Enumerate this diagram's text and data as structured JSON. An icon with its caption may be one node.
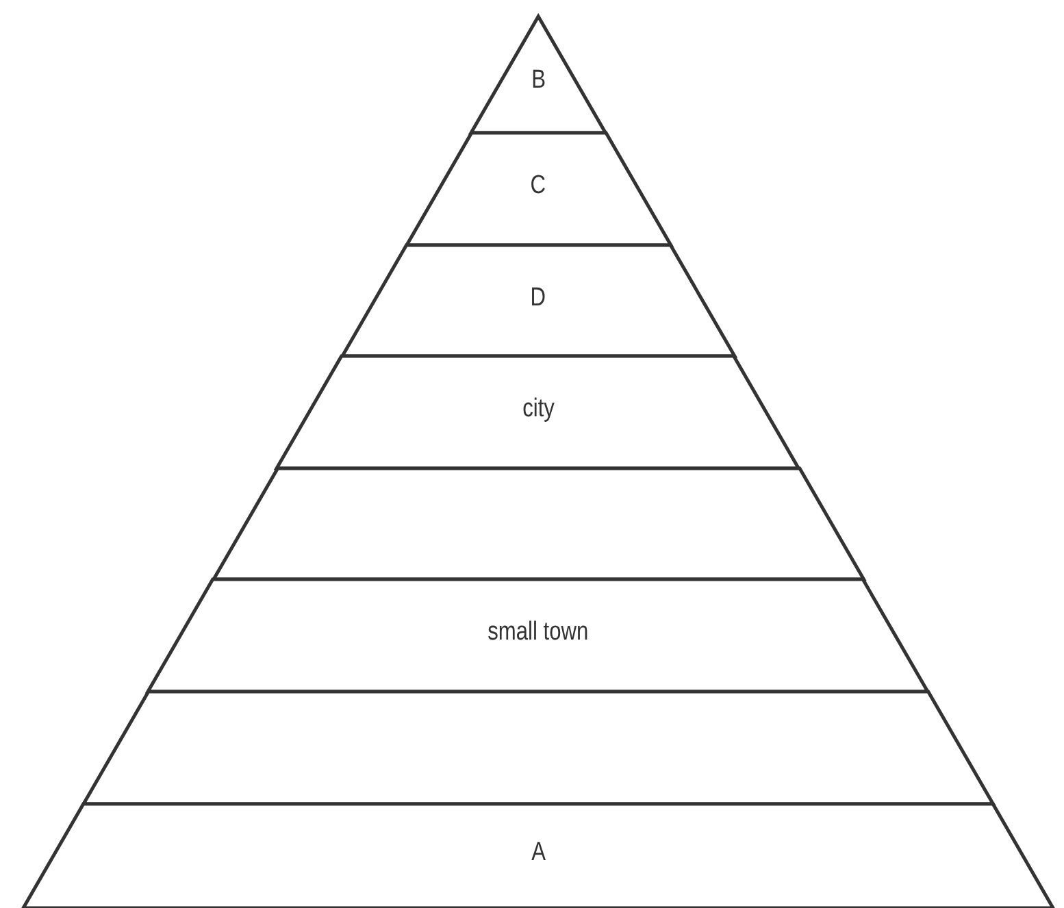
{
  "diagram": {
    "nodes": [
      {
        "text": [
          "B"
        ]
      },
      {
        "text": [
          "C"
        ]
      },
      {
        "text": [
          "D"
        ]
      },
      {
        "text": [
          "city"
        ]
      },
      {
        "text": [],
        "shape": "trapezoid"
      },
      {
        "text": [
          "small town"
        ]
      },
      {
        "text": [],
        "shape": "trapezoid"
      },
      {
        "text": [
          "A"
        ]
      }
    ],
    "edges": []
  }
}
